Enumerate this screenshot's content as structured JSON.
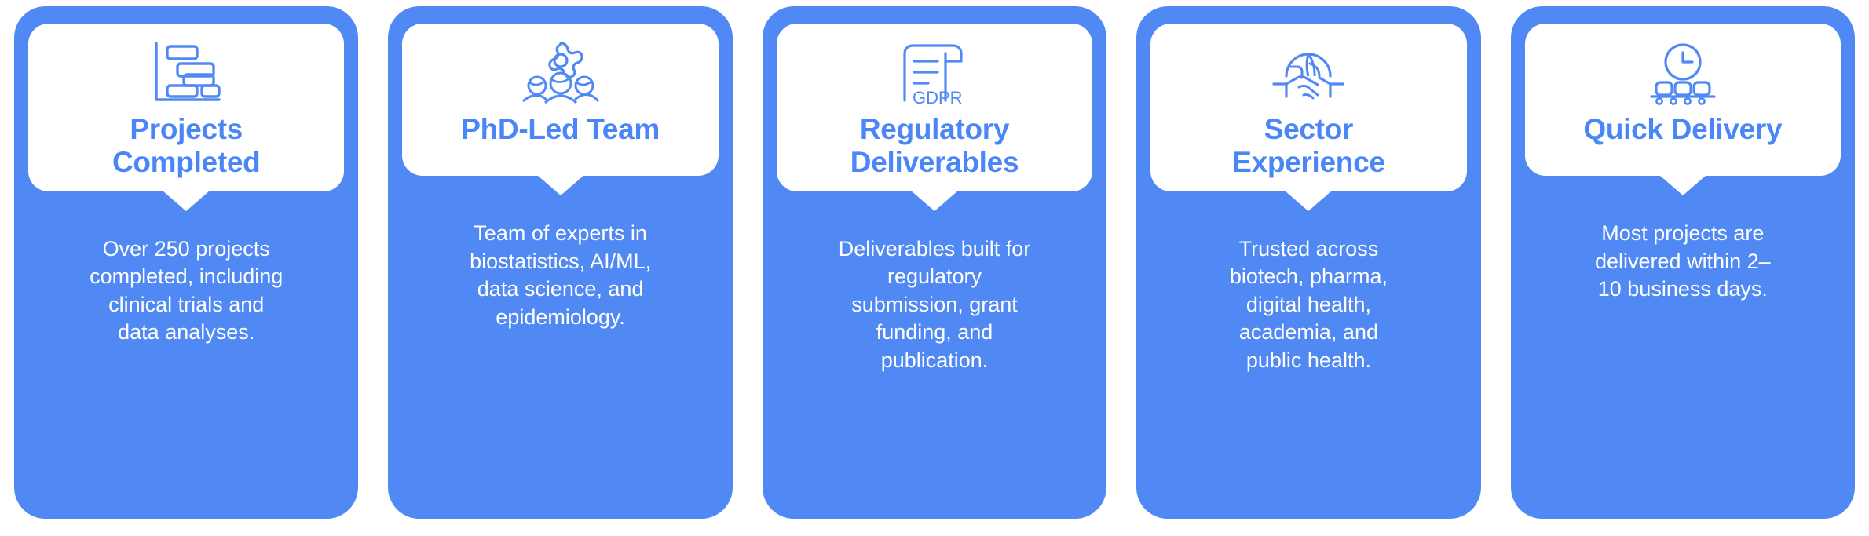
{
  "theme": {
    "card_background": "#5189f4",
    "bubble_background": "#ffffff",
    "title_color": "#4a86f7",
    "description_color": "#ffffff",
    "icon_stroke_color": "#5189f4",
    "page_background": "#ffffff"
  },
  "cards": [
    {
      "icon_name": "gantt-chart-icon",
      "title": "Projects\nCompleted",
      "description": "Over 250 projects\ncompleted, including\nclinical trials and\ndata analyses."
    },
    {
      "icon_name": "team-gear-people-icon",
      "title": "PhD-Led Team",
      "description": "Team of experts in\nbiostatistics, AI/ML,\ndata science, and\nepidemiology."
    },
    {
      "icon_name": "gdpr-document-icon",
      "icon_text": "GDPR",
      "title": "Regulatory\nDeliverables",
      "description": "Deliverables built for\nregulatory\nsubmission, grant\nfunding, and\npublication."
    },
    {
      "icon_name": "globe-handshake-icon",
      "title": "Sector\nExperience",
      "description": "Trusted across\nbiotech, pharma,\ndigital health,\nacademia, and\npublic health."
    },
    {
      "icon_name": "clock-conveyor-boxes-icon",
      "title": "Quick Delivery",
      "description": "Most projects are\ndelivered within 2–\n10 business days."
    }
  ]
}
